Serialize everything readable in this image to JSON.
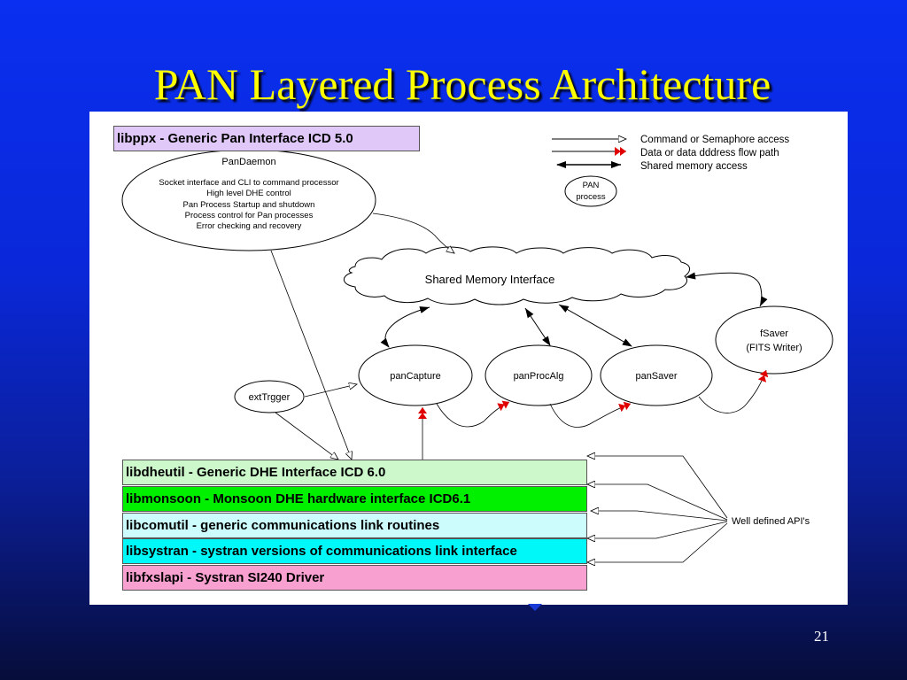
{
  "slide": {
    "title": "PAN Layered Process Architecture",
    "page_number": "21"
  },
  "libppx": {
    "label": "libppx - Generic Pan Interface ICD 5.0",
    "color": "#e0c8f8"
  },
  "pandaemon": {
    "title": "PanDaemon",
    "lines": [
      "Socket interface and CLI to command processor",
      "High level DHE control",
      "Pan Process Startup and shutdown",
      "Process control for Pan processes",
      "Error checking and recovery"
    ]
  },
  "legend": {
    "command_label": "Command or Semaphore access",
    "data_label": "Data or data dddress flow path",
    "shared_label": "Shared memory access",
    "pan_process_label_line1": "PAN",
    "pan_process_label_line2": "process"
  },
  "shared_memory": {
    "label": "Shared Memory Interface"
  },
  "processes": {
    "fsaver_line1": "fSaver",
    "fsaver_line2": "(FITS Writer)",
    "pancapture": "panCapture",
    "panprocalg": "panProcAlg",
    "pansaver": "panSaver",
    "exttrgger": "extTrgger"
  },
  "libraries": [
    {
      "label": "libdheutil - Generic DHE Interface ICD 6.0",
      "color": "#ccf8cc"
    },
    {
      "label": "libmonsoon - Monsoon DHE hardware interface ICD6.1",
      "color": "#00f000"
    },
    {
      "label": "libcomutil - generic communications link routines",
      "color": "#ccfcfc"
    },
    {
      "label": "libsystran - systran versions of communications link interface",
      "color": "#00f8f8"
    },
    {
      "label": "libfxslapi - Systran SI240 Driver",
      "color": "#f8a0d0"
    }
  ],
  "api_label": "Well defined API's",
  "colors": {
    "background_top": "#0a2ff0",
    "title": "#ffff00",
    "data_arrow": "#e00000"
  }
}
